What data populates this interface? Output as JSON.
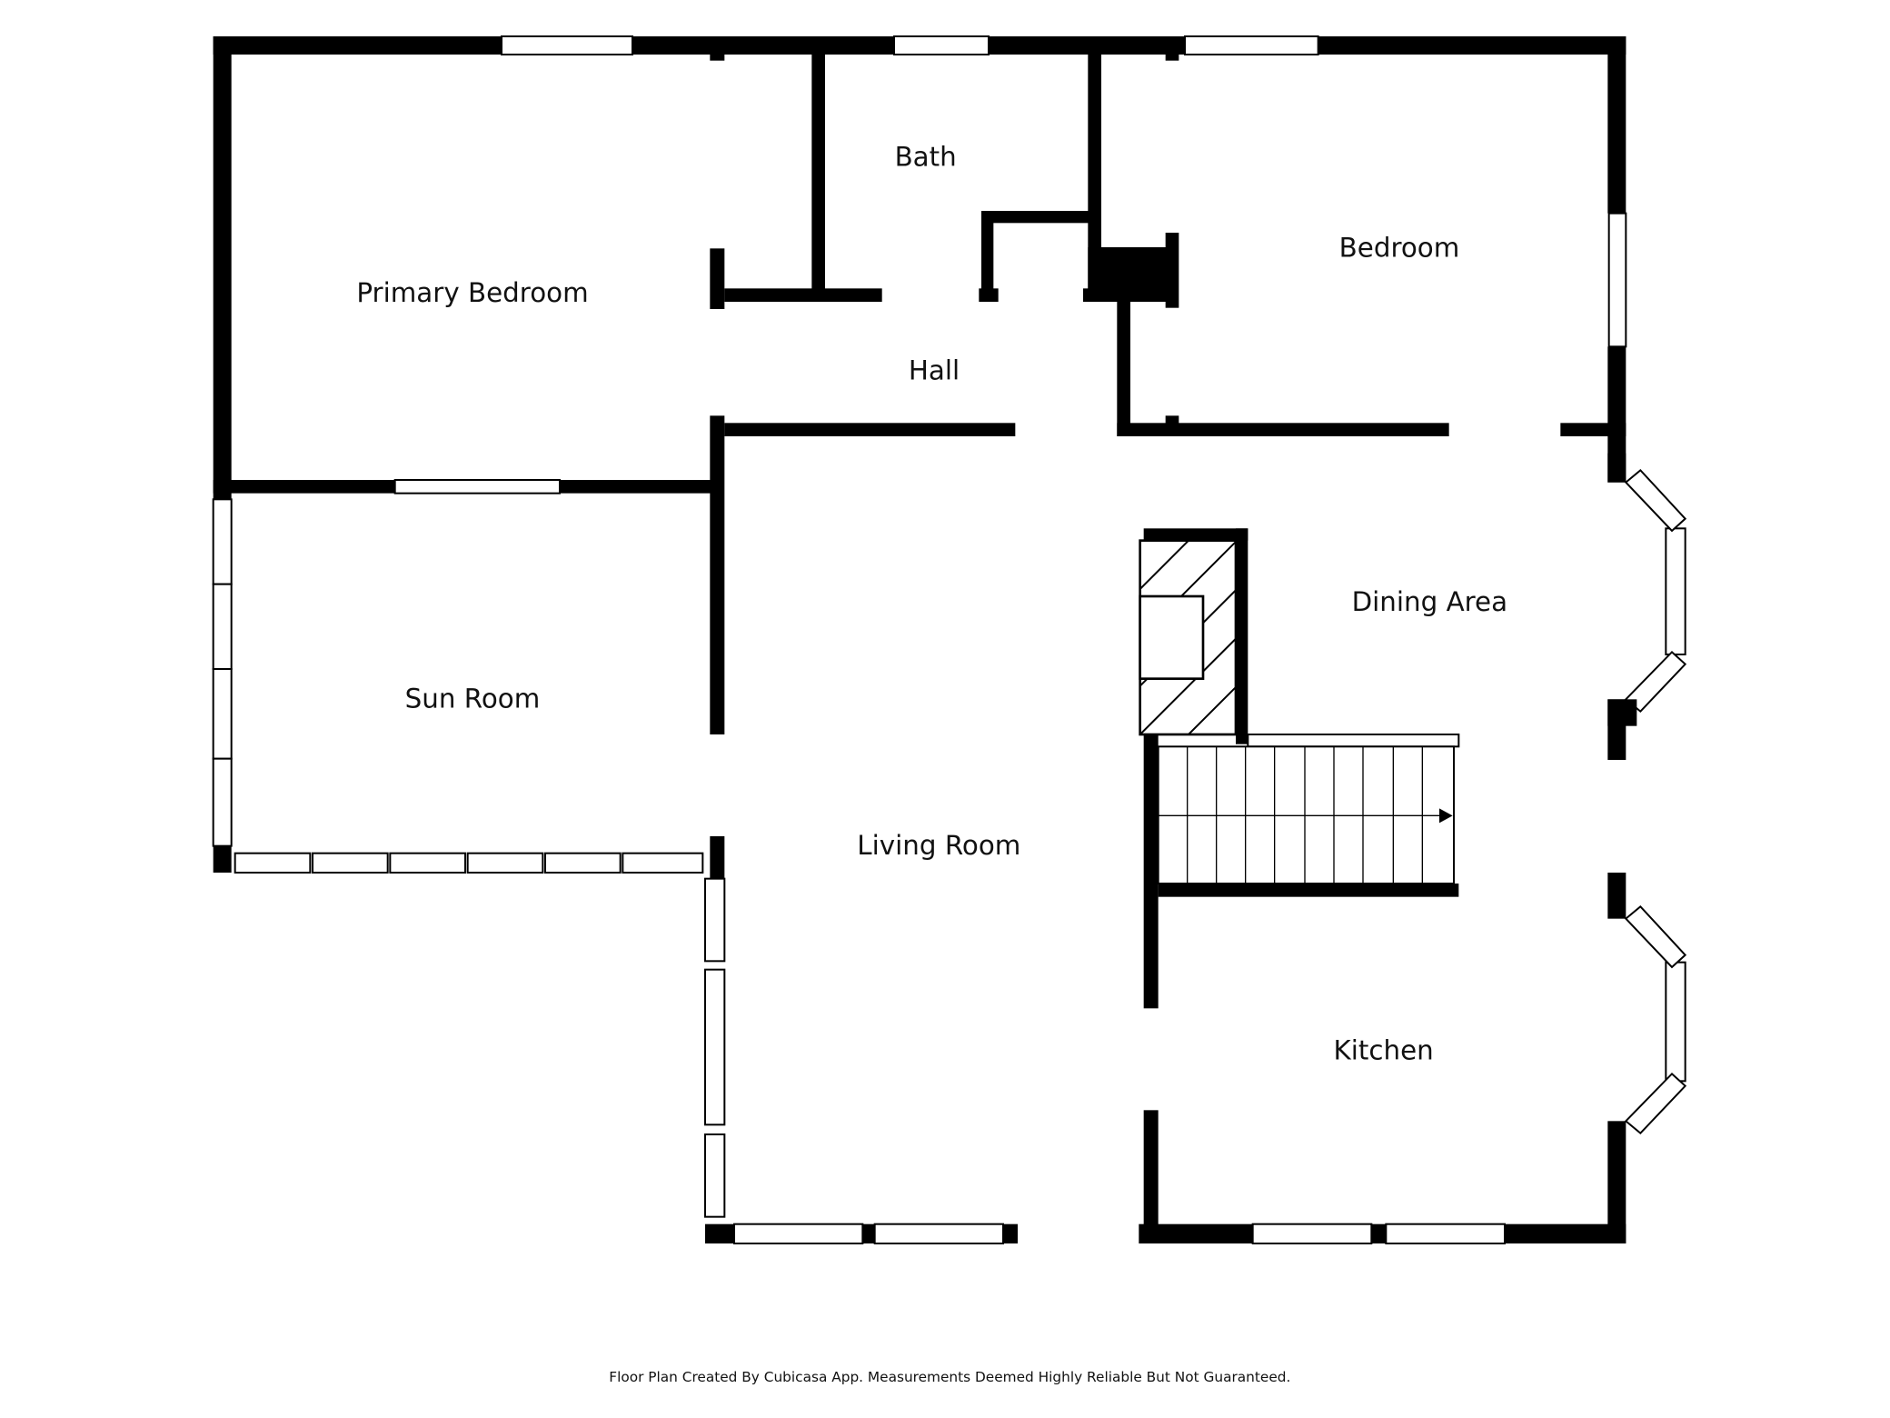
{
  "rooms": {
    "primary_bedroom": "Primary Bedroom",
    "bath": "Bath",
    "bedroom": "Bedroom",
    "hall": "Hall",
    "sun_room": "Sun Room",
    "living_room": "Living Room",
    "dining_area": "Dining Area",
    "kitchen": "Kitchen"
  },
  "footer": "Floor Plan Created By Cubicasa App. Measurements Deemed Highly Reliable But Not Guaranteed.",
  "colors": {
    "wall": "#000000",
    "background": "#ffffff"
  }
}
